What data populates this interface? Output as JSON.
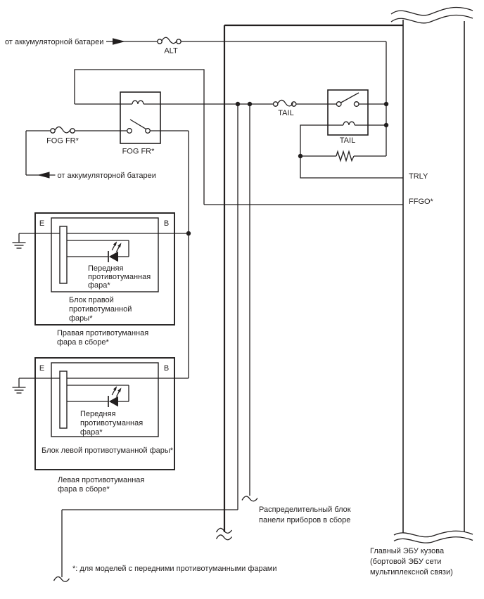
{
  "diagram": {
    "feeds": {
      "battery_top": "от аккумуляторной батареи",
      "battery_left": "от аккумуляторной батареи"
    },
    "fuses": {
      "alt": "ALT",
      "fog_fr": "FOG FR*",
      "tail": "TAIL"
    },
    "relays": {
      "fog_fr": "FOG FR*",
      "tail": "TAIL"
    },
    "ecu": {
      "terminals": {
        "trly": "TRLY",
        "ffgo": "FFGO*"
      },
      "label": [
        "Главный ЭБУ кузова",
        "(бортовой ЭБУ сети",
        "мультиплексной связи)"
      ]
    },
    "junction_block": {
      "label": [
        "Распределительный блок",
        "панели приборов в сборе"
      ]
    },
    "fog_right": {
      "terminal_e": "E",
      "terminal_b": "B",
      "bulb": [
        "Передняя",
        "противотуманная",
        "фара*"
      ],
      "unit": [
        "Блок правой",
        "противотуманной",
        "фары*"
      ],
      "assembly": [
        "Правая противотуманная",
        "фара в сборе*"
      ]
    },
    "fog_left": {
      "terminal_e": "E",
      "terminal_b": "B",
      "bulb": [
        "Передняя",
        "противотуманная",
        "фара*"
      ],
      "unit": [
        "Блок левой противотуманной фары*"
      ],
      "assembly": [
        "Левая противотуманная",
        "фара в сборе*"
      ]
    },
    "footnote": "*: для моделей с передними противотуманными фарами",
    "colors": {
      "line": "#221f1f",
      "background": "#ffffff"
    }
  }
}
